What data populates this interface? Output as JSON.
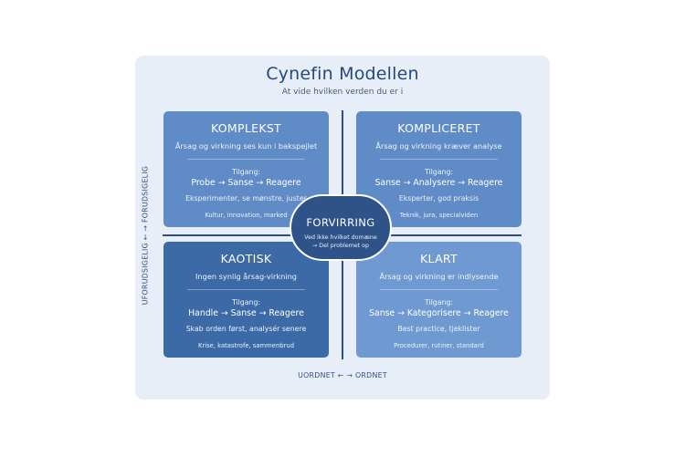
{
  "title": "Cynefin Modellen",
  "subtitle": "At vide hvilken verden du er i",
  "quadrants": [
    {
      "title": "KOMPLEKST",
      "description": "Årsag og virkning ses kun i bakspejlet",
      "approach_label": "Tilgang:",
      "approach": "Probe → Sanse → Reagere",
      "practice": "Eksperimenter, se mønstre, juster",
      "examples": "Kultur, innovation, marked"
    },
    {
      "title": "KOMPLICERET",
      "description": "Årsag og virkning kræver analyse",
      "approach_label": "Tilgang:",
      "approach": "Sanse → Analysere → Reagere",
      "practice": "Eksperter, god praksis",
      "examples": "Teknik, jura, specialviden"
    },
    {
      "title": "KAOTISK",
      "description": "Ingen synlig årsag-virkning",
      "approach_label": "Tilgang:",
      "approach": "Handle → Sanse → Reagere",
      "practice": "Skab orden først, analysér senere",
      "examples": "Krise, katastrofe, sammenbrud"
    },
    {
      "title": "KLART",
      "description": "Årsag og virkning er indlysende",
      "approach_label": "Tilgang:",
      "approach": "Sanse → Kategorisere → Reagere",
      "practice": "Best practice, tjeklister",
      "examples": "Procedurer, rutiner, standard"
    }
  ],
  "center": {
    "title": "FORVIRRING",
    "line1": "Ved ikke hvilket domæne",
    "line2": "→ Del problemet op"
  },
  "axes": {
    "x": "UORDNET ← → ORDNET",
    "y": "UFORUDSIGELIG ← → FORUDSIGELIG"
  },
  "colors": {
    "background": "#e8eef7",
    "complex": "#5f8bc6",
    "complicated": "#5f8bc6",
    "chaotic": "#3c6aa7",
    "clear": "#6f9ad1",
    "center": "#2f5289",
    "title": "#24497f"
  }
}
